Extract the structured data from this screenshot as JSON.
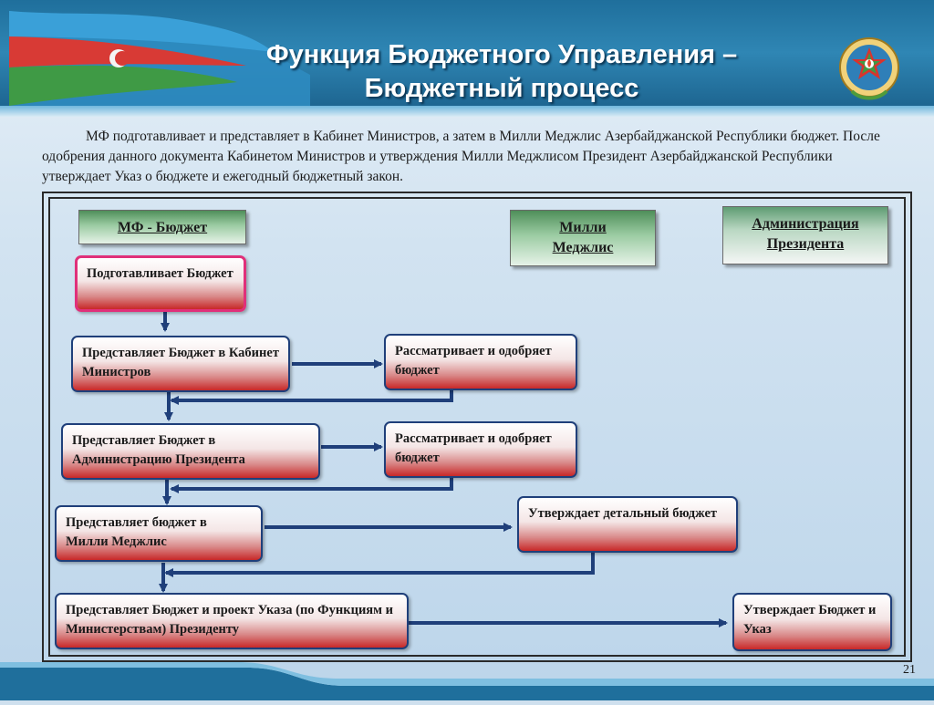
{
  "slide": {
    "title_line1": "Функция Бюджетного Управления –",
    "title_line2": "Бюджетный  процесс",
    "intro": "МФ подготавливает и представляет в Кабинет Министров, а затем в  Милли Меджлис Азербайджанской Республики бюджет. После одобрения данного документа Кабинетом Министров и утверждения Милли Меджлисом Президент Азербайджанской Республики утверждает Указ о бюджете и ежегодный бюджетный закон.",
    "page_number": "21"
  },
  "columns": {
    "mf": "МФ - Бюджет",
    "mm_line1": "Милли",
    "mm_line2": "Меджлис",
    "ap_line1": "Администрация",
    "ap_line2": "Президента"
  },
  "steps": {
    "s1": "Подготавливает Бюджет",
    "s2": "Представляет Бюджет в Кабинет Министров",
    "s2r": "Рассматривает и одобряет бюджет",
    "s3": "Представляет Бюджет в Администрацию Президента",
    "s3r": "Рассматривает и одобряет бюджет",
    "s4": "Представляет бюджет в Милли Меджлис",
    "s4r": "Утверждает детальный бюджет",
    "s5": "Представляет Бюджет и проект Указа  (по Функциям и Министерствам) Президенту",
    "s5r": "Утверждает Бюджет и Указ"
  },
  "colors": {
    "header": "#2f86b4",
    "arrow": "#1f3f7a",
    "box_red": "#c82828"
  }
}
